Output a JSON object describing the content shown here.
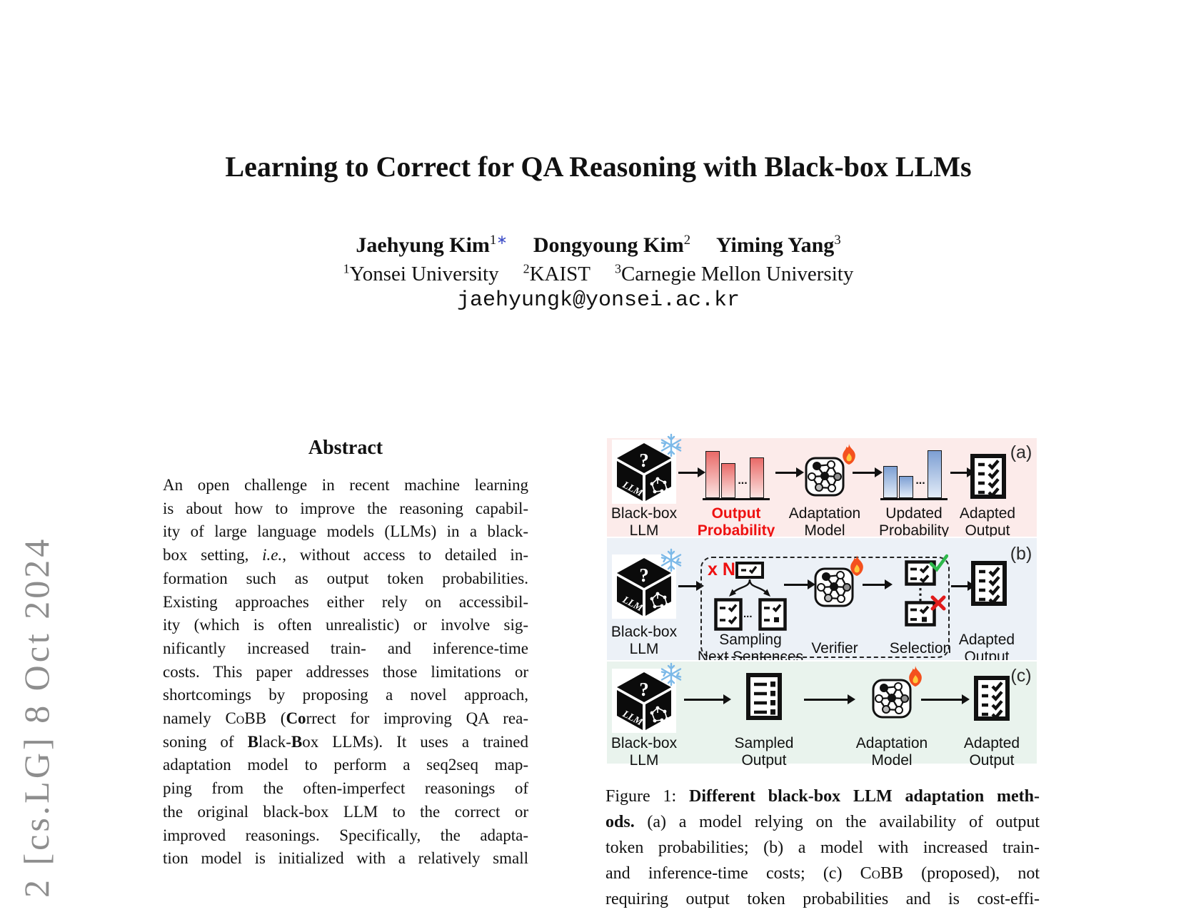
{
  "watermark": {
    "text": "2 [cs.LG] 8 Oct 2024"
  },
  "header": {
    "title": "Learning to Correct for QA Reasoning with Black-box LLMs",
    "authors": [
      {
        "name": "Jaehyung Kim",
        "sup": "1",
        "star": "∗"
      },
      {
        "name": "Dongyoung Kim",
        "sup": "2",
        "star": ""
      },
      {
        "name": "Yiming Yang",
        "sup": "3",
        "star": ""
      }
    ],
    "affiliations": [
      {
        "sup": "1",
        "name": "Yonsei University"
      },
      {
        "sup": "2",
        "name": "KAIST"
      },
      {
        "sup": "3",
        "name": "Carnegie Mellon University"
      }
    ],
    "email": "jaehyungk@yonsei.ac.kr"
  },
  "abstract": {
    "heading": "Abstract",
    "lines": [
      [
        {
          "t": "An open challenge in recent machine learning"
        }
      ],
      [
        {
          "t": "is about how to improve the reasoning capabil-"
        }
      ],
      [
        {
          "t": "ity of large language models (LLMs) in a black-"
        }
      ],
      [
        {
          "t": "box setting, "
        },
        {
          "t": "i.e.",
          "s": "i"
        },
        {
          "t": ", without access to detailed in-"
        }
      ],
      [
        {
          "t": "formation such as output token probabilities."
        }
      ],
      [
        {
          "t": "Existing approaches either rely on accessibil-"
        }
      ],
      [
        {
          "t": "ity (which is often unrealistic) or involve sig-"
        }
      ],
      [
        {
          "t": "nificantly increased train- and inference-time"
        }
      ],
      [
        {
          "t": "costs. This paper addresses those limitations or"
        }
      ],
      [
        {
          "t": "shortcomings by proposing a novel approach,"
        }
      ],
      [
        {
          "t": "namely "
        },
        {
          "t": "CoBB",
          "s": "sc"
        },
        {
          "t": " ("
        },
        {
          "t": "Co",
          "s": "b"
        },
        {
          "t": "rrect for improving QA rea-"
        }
      ],
      [
        {
          "t": "soning of "
        },
        {
          "t": "B",
          "s": "b"
        },
        {
          "t": "lack-"
        },
        {
          "t": "B",
          "s": "b"
        },
        {
          "t": "ox LLMs). It uses a trained"
        }
      ],
      [
        {
          "t": "adaptation model to perform a seq2seq map-"
        }
      ],
      [
        {
          "t": "ping from the often-imperfect reasonings of"
        }
      ],
      [
        {
          "t": "the original black-box LLM to the correct or"
        }
      ],
      [
        {
          "t": "improved reasonings. Specifically, the adapta-"
        }
      ],
      [
        {
          "t": "tion model is initialized with a relatively small"
        }
      ]
    ]
  },
  "figure": {
    "dots": "...",
    "cube": {
      "q": "?",
      "llm": "LLM"
    },
    "bars": {
      "output": [
        0.92,
        0.67,
        0.78
      ],
      "updated": [
        0.62,
        0.42,
        0.93
      ]
    },
    "colors": {
      "row_a_bg": "#fcebea",
      "row_b_bg": "#ecf1f7",
      "row_c_bg": "#e9f3ed",
      "red_label": "#ee1111",
      "check_green": "#2eb84b",
      "cross_red": "#e01b1b",
      "snowflake_blue": "#7cb9e8"
    },
    "a": {
      "tag": "(a)",
      "blackbox1": "Black-box",
      "blackbox2": "LLM",
      "output1": "Output",
      "output2": "Probability",
      "adaptation1": "Adaptation",
      "adaptation2": "Model",
      "updated1": "Updated",
      "updated2": "Probability",
      "adapted1": "Adapted",
      "adapted2": "Output"
    },
    "b": {
      "tag": "(b)",
      "blackbox1": "Black-box",
      "blackbox2": "LLM",
      "xn": "x N",
      "sampling1": "Sampling",
      "sampling2": "Next Sentences",
      "verifier": "Verifier",
      "selection": "Selection",
      "adapted1": "Adapted",
      "adapted2": "Output",
      "vdots": "⋮"
    },
    "c": {
      "tag": "(c)",
      "blackbox1": "Black-box",
      "blackbox2": "LLM",
      "sampled1": "Sampled",
      "sampled2": "Output",
      "adaptation1": "Adaptation",
      "adaptation2": "Model",
      "adapted1": "Adapted",
      "adapted2": "Output"
    }
  },
  "caption": {
    "lines": [
      [
        {
          "t": "Figure 1:  "
        },
        {
          "t": "Different black-box LLM adaptation meth-",
          "s": "b"
        }
      ],
      [
        {
          "t": "ods.",
          "s": "b"
        },
        {
          "t": " (a) a model relying on the availability of output"
        }
      ],
      [
        {
          "t": "token probabilities; (b) a model with increased train-"
        }
      ],
      [
        {
          "t": "and inference-time costs; (c) "
        },
        {
          "t": "CoBB",
          "s": "sc"
        },
        {
          "t": " (proposed), not"
        }
      ],
      [
        {
          "t": "requiring output token probabilities and is cost-effi-"
        }
      ]
    ]
  }
}
